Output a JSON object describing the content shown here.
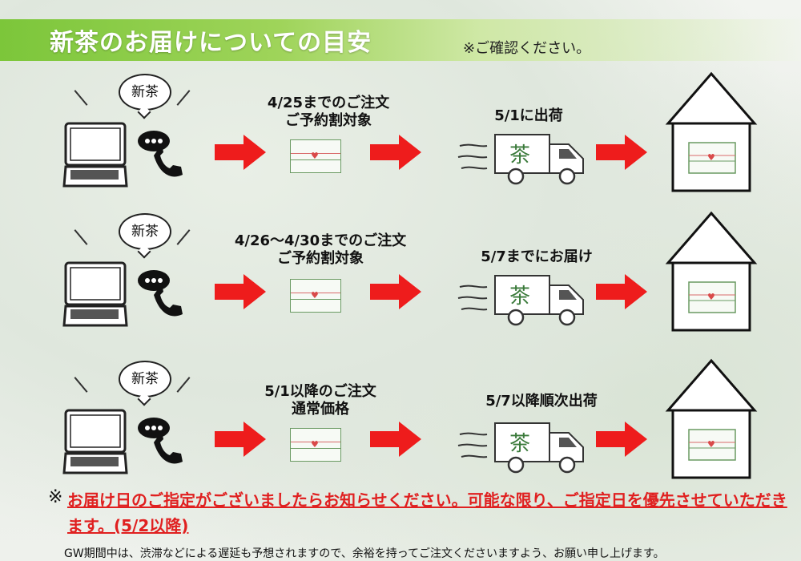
{
  "header": {
    "title": "新茶のお届けについての目安",
    "note": "※ご確認ください。"
  },
  "rows": [
    {
      "bubble": "新茶",
      "order_label_1": "4/25までのご注文",
      "order_label_2": "ご予約割対象",
      "ship_label": "5/1に出荷",
      "truck_tea": "茶"
    },
    {
      "bubble": "新茶",
      "order_label_1": "4/26〜4/30までのご注文",
      "order_label_2": "ご予約割対象",
      "ship_label": "5/7までにお届け",
      "truck_tea": "茶"
    },
    {
      "bubble": "新茶",
      "order_label_1": "5/1以降のご注文",
      "order_label_2": "通常価格",
      "ship_label": "5/7以降順次出荷",
      "truck_tea": "茶"
    }
  ],
  "footnote": {
    "mark": "※",
    "text": "お届け日のご指定がございましたらお知らせください。可能な限り、ご指定日を優先させていただきます。(5/2以降)"
  },
  "gw_note": "GW期間中は、渋滞などによる遅延も予想されますので、余裕を持ってご注文くださいますよう、お願い申し上げます。",
  "colors": {
    "arrow": "#ee1c1c",
    "banner": "#7cc63a",
    "footnote": "#e02020"
  }
}
